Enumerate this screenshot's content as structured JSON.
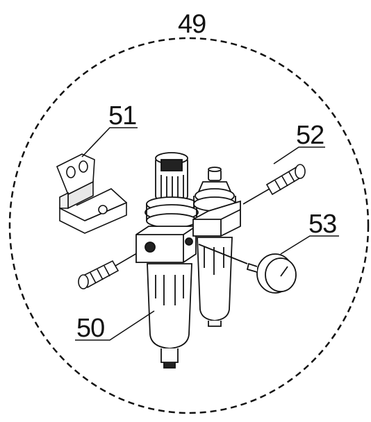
{
  "callouts": {
    "assembly": "49",
    "regulator": "50",
    "bracket": "51",
    "fitting": "52",
    "gauge": "53"
  },
  "colors": {
    "line": "#111111",
    "background": "#ffffff",
    "shade": "#d9d9d9"
  }
}
